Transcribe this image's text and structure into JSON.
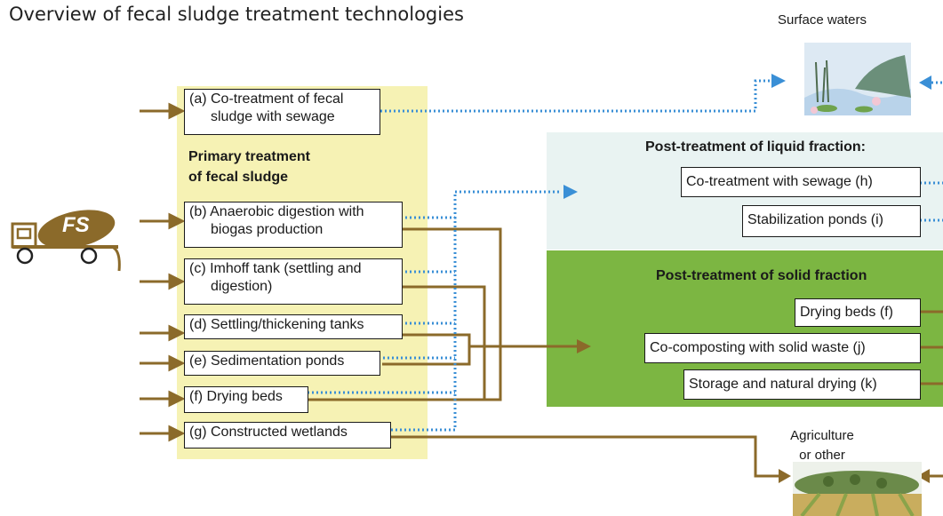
{
  "title": "Overview of fecal sludge treatment technologies",
  "primary": {
    "heading_line1": "Primary treatment",
    "heading_line2": "of fecal sludge",
    "a_line1": "(a) Co-treatment of fecal",
    "a_line2": "sludge with sewage",
    "b_line1": "(b) Anaerobic digestion with",
    "b_line2": "biogas production",
    "c_line1": "(c) Imhoff tank (settling and",
    "c_line2": "digestion)",
    "d": "(d) Settling/thickening tanks",
    "e": "(e) Sedimentation ponds",
    "f": "(f) Drying beds",
    "g": "(g) Constructed wetlands"
  },
  "liquid": {
    "heading": "Post-treatment of liquid fraction:",
    "h": "Co-treatment with sewage (h)",
    "i": "Stabilization ponds (i)"
  },
  "solid": {
    "heading": "Post-treatment of solid fraction",
    "f": "Drying beds (f)",
    "j": "Co-composting with solid waste (j)",
    "k": "Storage and natural drying (k)"
  },
  "outputs": {
    "surface_waters": "Surface waters",
    "agriculture_line1": "Agriculture",
    "agriculture_line2": "or other"
  },
  "truck_label": "FS",
  "colors": {
    "brown": "#8b6a2a",
    "blue_dotted": "#3a8fd6",
    "primary_bg": "#f6f2b4",
    "liquid_bg": "#e9f3f2",
    "solid_bg": "#7cb642"
  }
}
